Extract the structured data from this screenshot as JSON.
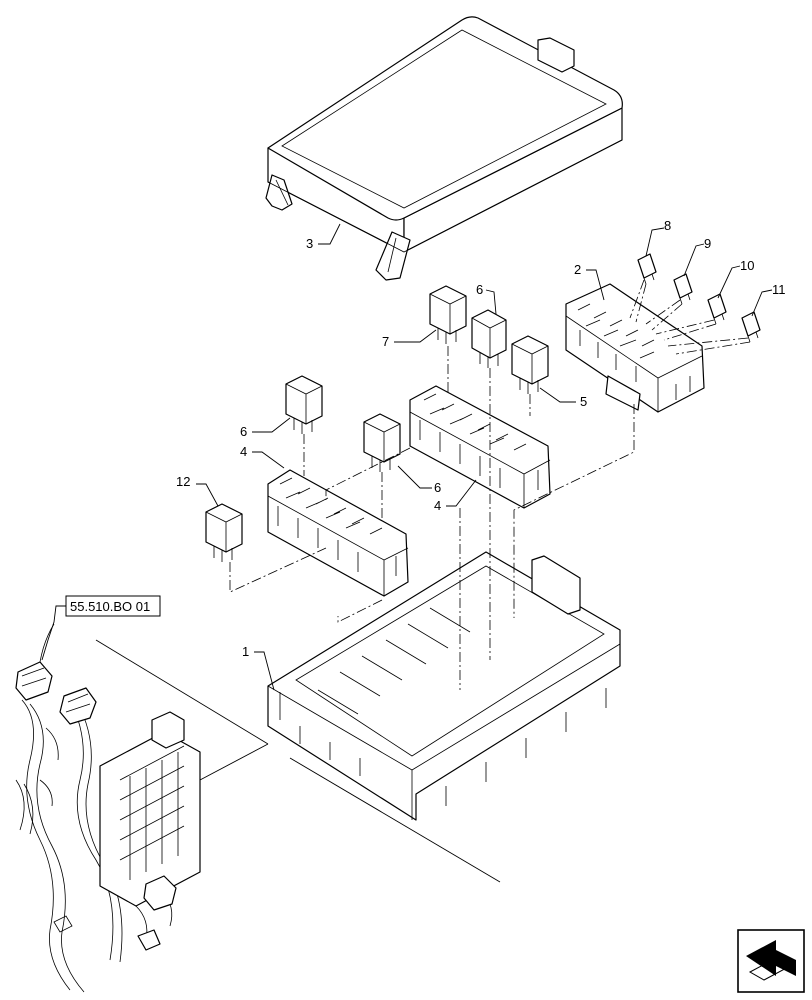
{
  "callouts": {
    "c1": "1",
    "c2": "2",
    "c3": "3",
    "c4a": "4",
    "c4b": "4",
    "c5": "5",
    "c6a": "6",
    "c6b": "6",
    "c6c": "6",
    "c7": "7",
    "c8": "8",
    "c9": "9",
    "c10": "10",
    "c11": "11",
    "c12": "12"
  },
  "reference": {
    "label": "55.510.BO 01"
  },
  "icons": {
    "nav": "next-page-arrow-icon"
  }
}
